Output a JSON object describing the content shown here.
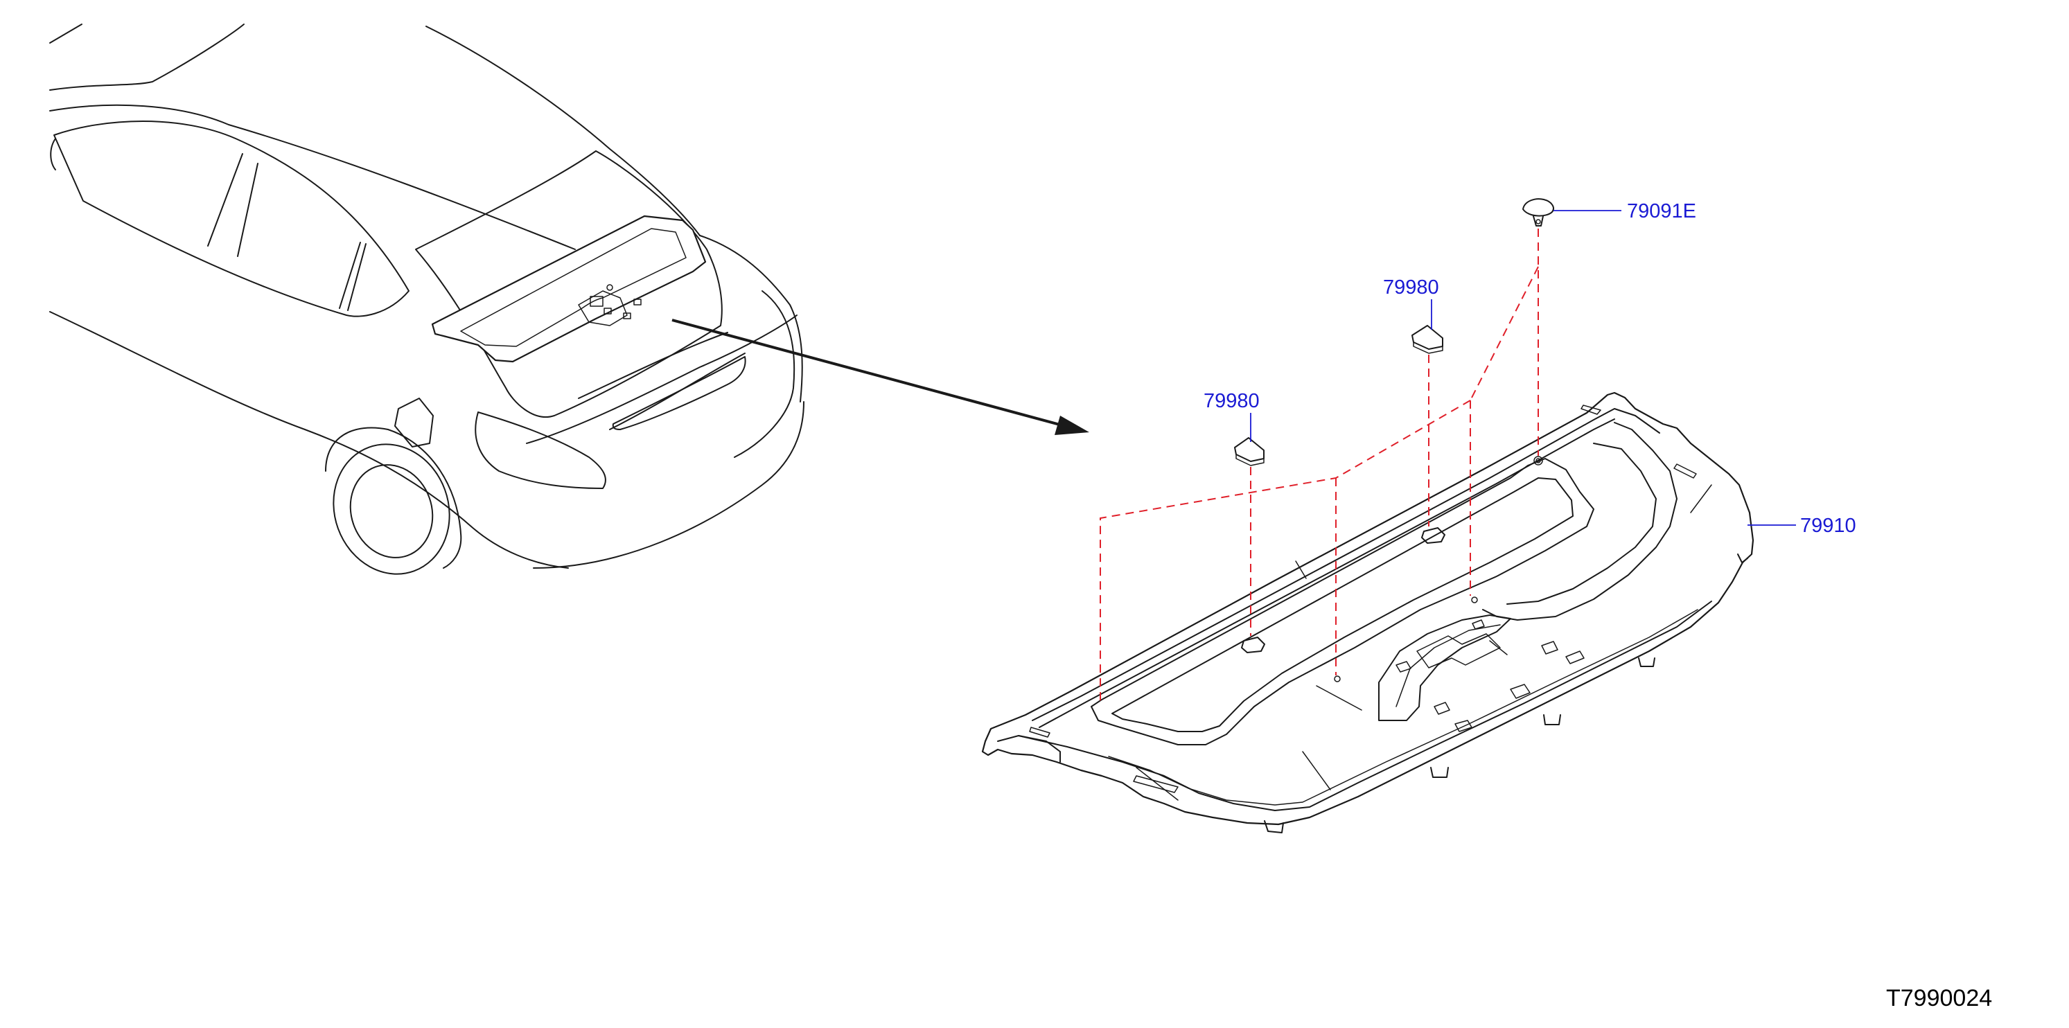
{
  "colors": {
    "line": "#1a1a1a",
    "label": "#1a1ad4",
    "leader": "#1a1ad4",
    "phantom": "#e0202a",
    "ref": "#000000"
  },
  "parts": {
    "clip": {
      "number": "79091E"
    },
    "cover_upper": {
      "number": "79980"
    },
    "cover_lower": {
      "number": "79980"
    },
    "finisher": {
      "number": "79910"
    }
  },
  "diagram_ref": "T7990024"
}
